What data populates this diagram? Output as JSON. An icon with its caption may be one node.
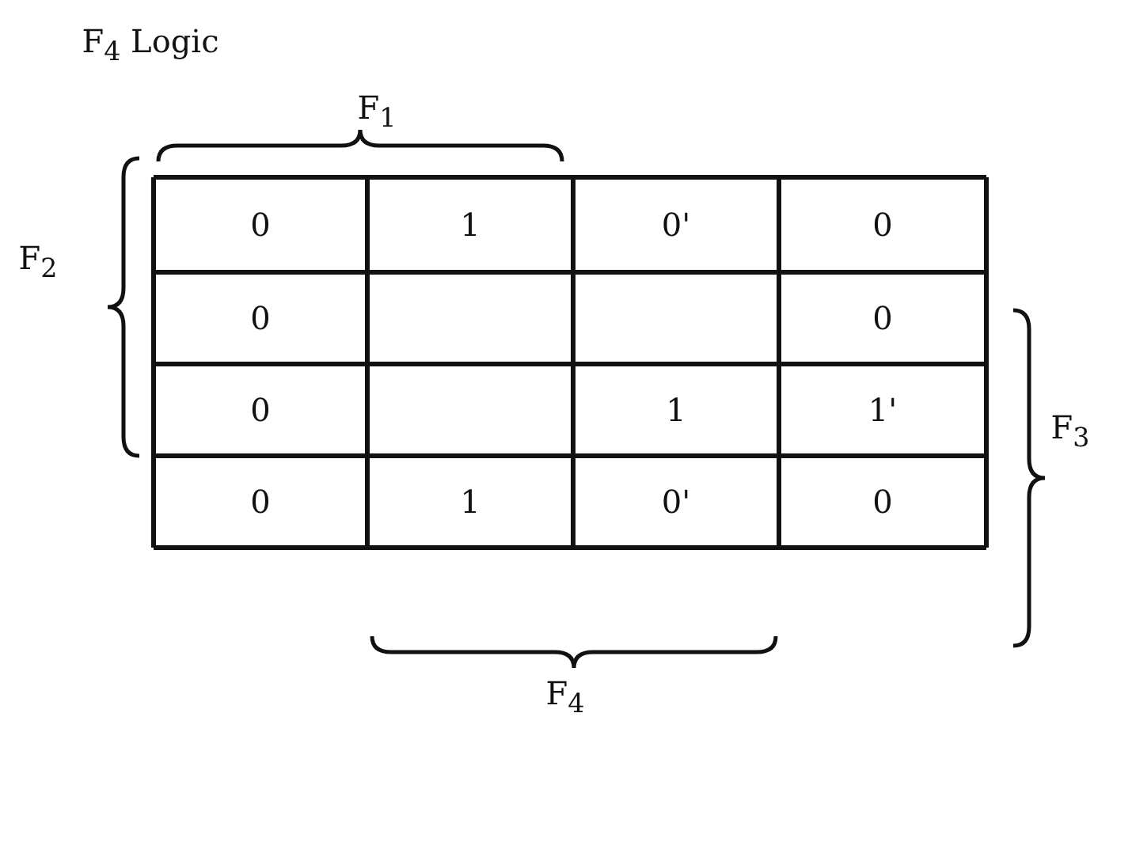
{
  "diagram": {
    "title": "F$_{4}$ Logic",
    "labels": [
      "F$_{1}$",
      "F$_{2}$",
      "0",
      "1",
      "0'",
      "0",
      "0",
      "0",
      "0",
      "1",
      "1'",
      "0",
      "1",
      "0'",
      "0",
      "F$_{3}$",
      "F$_{4}$"
    ]
  }
}
